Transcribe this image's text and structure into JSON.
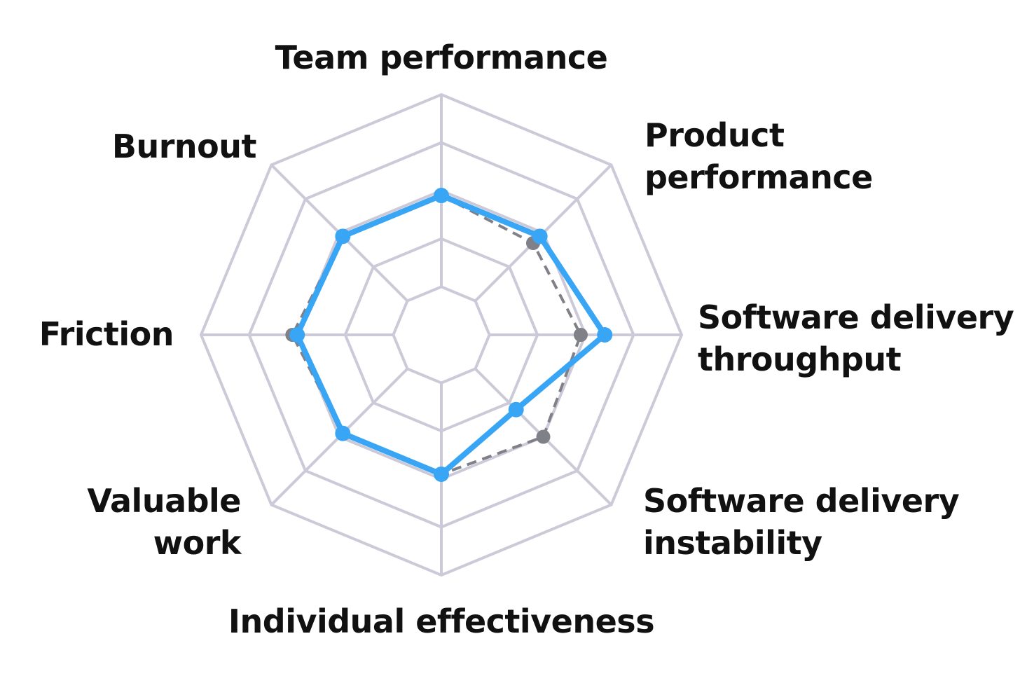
{
  "chart_data": {
    "type": "radar",
    "title": "",
    "axes": [
      {
        "id": "team-performance",
        "label_lines": [
          "Team performance"
        ]
      },
      {
        "id": "product-performance",
        "label_lines": [
          "Product",
          "performance"
        ]
      },
      {
        "id": "software-delivery-throughput",
        "label_lines": [
          "Software delivery",
          "throughput"
        ]
      },
      {
        "id": "software-delivery-instability",
        "label_lines": [
          "Software delivery",
          "instability"
        ]
      },
      {
        "id": "individual-effectiveness",
        "label_lines": [
          "Individual effectiveness"
        ]
      },
      {
        "id": "valuable-work",
        "label_lines": [
          "Valuable",
          "work"
        ]
      },
      {
        "id": "friction",
        "label_lines": [
          "Friction"
        ]
      },
      {
        "id": "burnout",
        "label_lines": [
          "Burnout"
        ]
      }
    ],
    "scale": {
      "min": 0,
      "max": 5,
      "rings": 5
    },
    "grid": true,
    "series": [
      {
        "id": "baseline",
        "color": "#808088",
        "dashed": true,
        "values": [
          2.9,
          2.7,
          2.9,
          3.0,
          2.9,
          2.9,
          3.1,
          2.9
        ]
      },
      {
        "id": "highlight",
        "color": "#38A5F5",
        "dashed": false,
        "values": [
          2.9,
          2.9,
          3.4,
          2.2,
          2.9,
          2.9,
          3.0,
          2.9
        ]
      }
    ],
    "colors": {
      "grid": "#CCCAD8",
      "label": "#111111"
    }
  }
}
